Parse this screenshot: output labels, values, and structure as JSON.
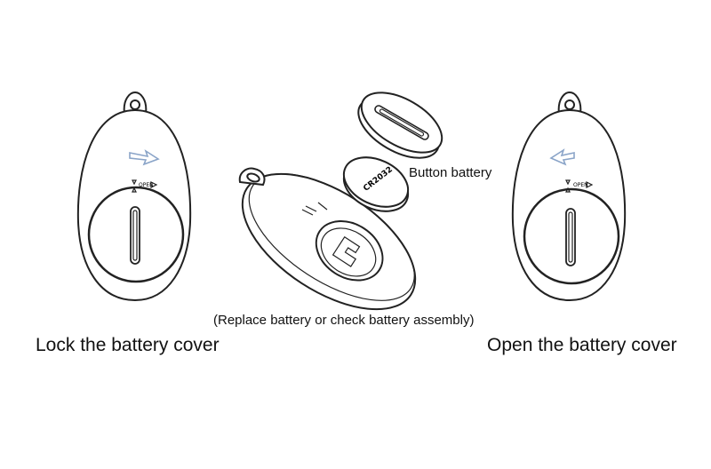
{
  "labels": {
    "lock_cover": "Lock the battery cover",
    "open_cover": "Open the battery cover",
    "replace_note": "(Replace battery or check battery assembly)",
    "button_battery": "Button battery"
  },
  "markings": {
    "battery_model": "CR2032",
    "lock_symbol": "OPEN"
  },
  "colors": {
    "outline": "#222222",
    "arrow": "#8aa4c8",
    "background": "#ffffff"
  },
  "icons": [
    "arrow-right-icon",
    "arrow-left-icon",
    "lock-triangle-icon"
  ]
}
